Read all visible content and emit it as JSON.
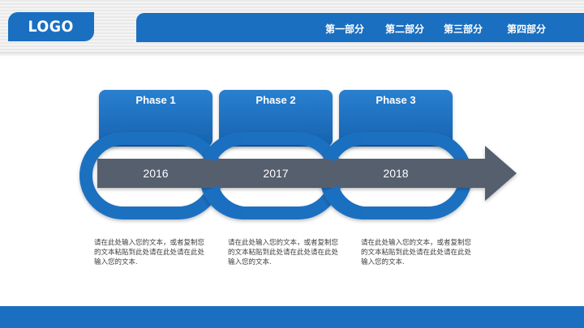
{
  "header": {
    "logo": "LOGO",
    "nav": [
      "第一部分",
      "第二部分",
      "第三部分",
      "第四部分"
    ]
  },
  "timeline": {
    "phases": [
      {
        "label": "Phase 1",
        "year": "2016",
        "text": "请在此处输入您的文本，或者复制您的文本粘贴到此处请在此处请在此处输入您的文本."
      },
      {
        "label": "Phase 2",
        "year": "2017",
        "text": "请在此处输入您的文本，或者复制您的文本粘贴到此处请在此处请在此处输入您的文本."
      },
      {
        "label": "Phase 3",
        "year": "2018",
        "text": "请在此处输入您的文本，或者复制您的文本粘贴到此处请在此处请在此处输入您的文本."
      }
    ]
  },
  "colors": {
    "accent": "#1a6fc0",
    "arrow": "#555e6e",
    "text": "#404040"
  }
}
